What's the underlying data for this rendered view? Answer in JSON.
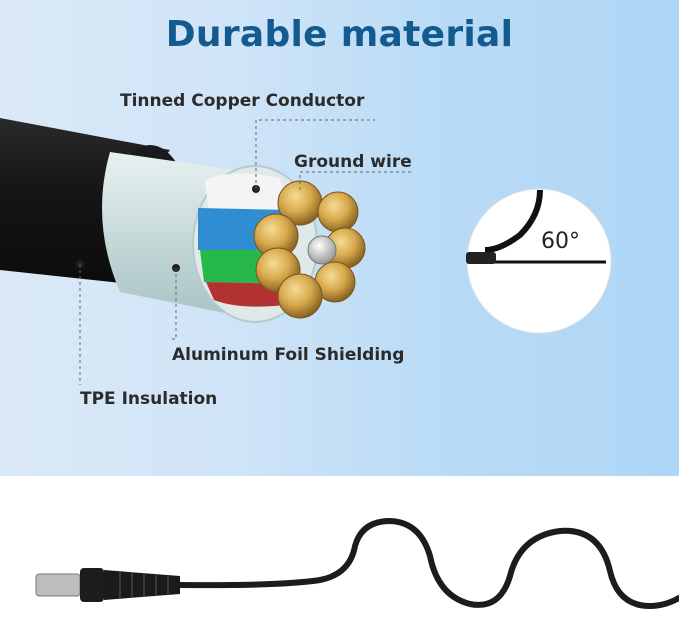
{
  "title": "Durable material",
  "labels": {
    "tinned_copper": "Tinned Copper Conductor",
    "ground_wire": "Ground wire",
    "aluminum_foil": "Aluminum Foil Shielding",
    "tpe_insulation": "TPE Insulation"
  },
  "bend_angle": "60°",
  "colors": {
    "title": "#135a8e",
    "jacket": "#1c1c1c",
    "foil": "#c9dcdc",
    "copper": "#c9a04a"
  }
}
